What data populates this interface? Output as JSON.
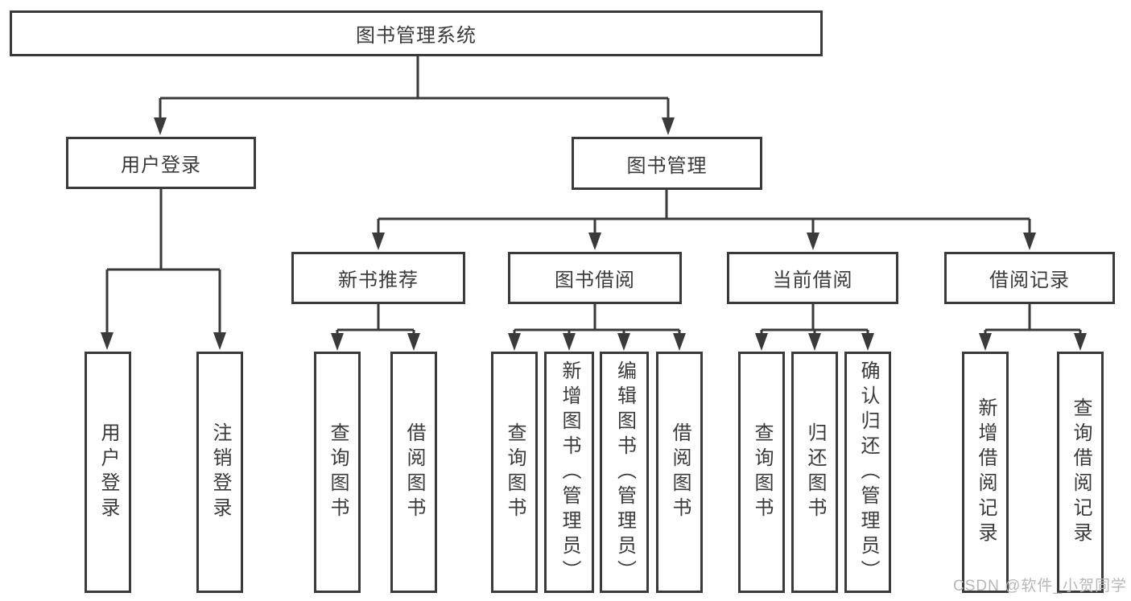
{
  "diagram": {
    "root": {
      "label": "图书管理系统"
    },
    "level2": [
      {
        "label": "用户登录"
      },
      {
        "label": "图书管理"
      }
    ],
    "level3": [
      {
        "label": "新书推荐"
      },
      {
        "label": "图书借阅"
      },
      {
        "label": "当前借阅"
      },
      {
        "label": "借阅记录"
      }
    ],
    "leaves": {
      "user": [
        "用户登录",
        "注销登录"
      ],
      "recommend": [
        "查询图书",
        "借阅图书"
      ],
      "borrow": [
        "查询图书",
        "新增图书（管理员）",
        "编辑图书（管理员）",
        "借阅图书"
      ],
      "current": [
        "查询图书",
        "归还图书",
        "确认归还（管理员）"
      ],
      "records": [
        "新增借阅记录",
        "查询借阅记录"
      ]
    }
  },
  "watermark": {
    "text": "CSDN @软件_小贺同学"
  },
  "colors": {
    "line": "#3a3a3a",
    "text": "#3a3a3a",
    "background": "#ffffff",
    "watermark": "#b7b7b7"
  }
}
